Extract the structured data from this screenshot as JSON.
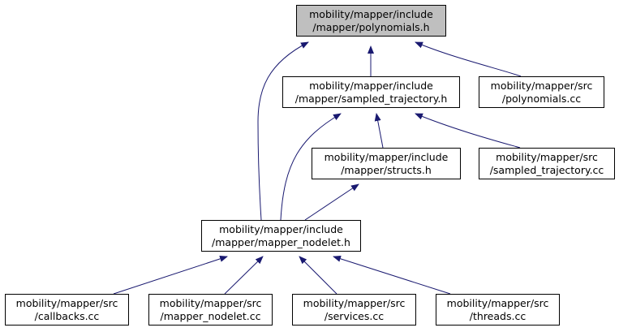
{
  "colors": {
    "edge": "#191970",
    "focus_fill": "#bfbfbf",
    "node_border": "#000000"
  },
  "nodes": {
    "polynomials_h": {
      "line1": "mobility/mapper/include",
      "line2": "/mapper/polynomials.h"
    },
    "sampled_traj_h": {
      "line1": "mobility/mapper/include",
      "line2": "/mapper/sampled_trajectory.h"
    },
    "polynomials_cc": {
      "line1": "mobility/mapper/src",
      "line2": "/polynomials.cc"
    },
    "structs_h": {
      "line1": "mobility/mapper/include",
      "line2": "/mapper/structs.h"
    },
    "sampled_traj_cc": {
      "line1": "mobility/mapper/src",
      "line2": "/sampled_trajectory.cc"
    },
    "mapper_nodelet_h": {
      "line1": "mobility/mapper/include",
      "line2": "/mapper/mapper_nodelet.h"
    },
    "callbacks_cc": {
      "line1": "mobility/mapper/src",
      "line2": "/callbacks.cc"
    },
    "mapper_nodelet_cc": {
      "line1": "mobility/mapper/src",
      "line2": "/mapper_nodelet.cc"
    },
    "services_cc": {
      "line1": "mobility/mapper/src",
      "line2": "/services.cc"
    },
    "threads_cc": {
      "line1": "mobility/mapper/src",
      "line2": "/threads.cc"
    }
  }
}
